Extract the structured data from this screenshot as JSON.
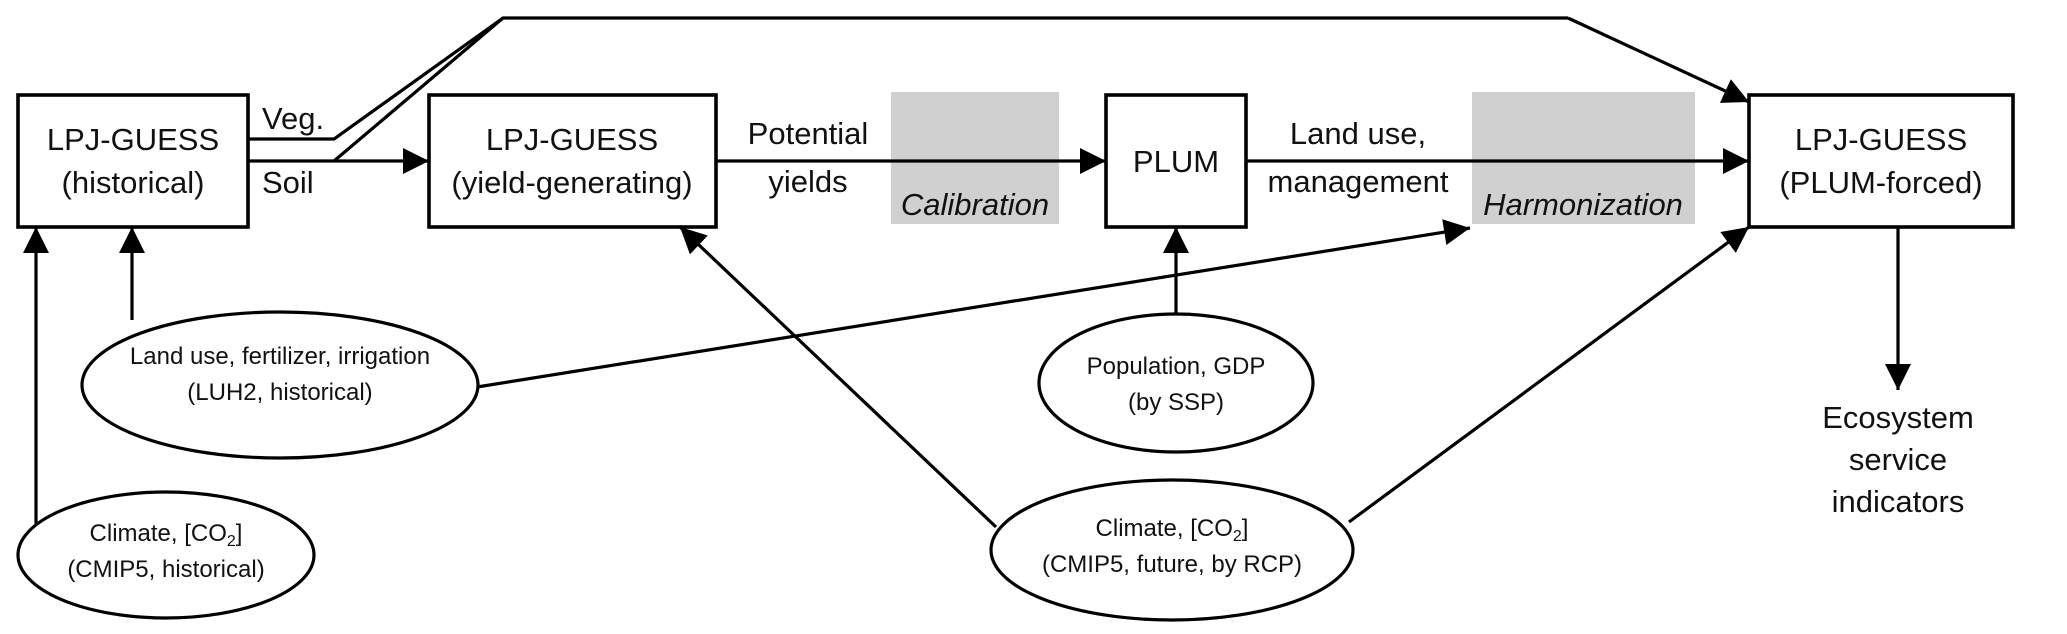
{
  "diagram": {
    "boxes": {
      "historical": {
        "line1": "LPJ-GUESS",
        "line2": "(historical)"
      },
      "yield": {
        "line1": "LPJ-GUESS",
        "line2": "(yield-generating)"
      },
      "plum": {
        "line1": "PLUM"
      },
      "forced": {
        "line1": "LPJ-GUESS",
        "line2": "(PLUM-forced)"
      }
    },
    "edge_labels": {
      "veg": "Veg.",
      "soil": "Soil",
      "potential": "Potential",
      "yields": "yields",
      "land_use": "Land use,",
      "management": "management"
    },
    "process_labels": {
      "calibration": "Calibration",
      "harmonization": "Harmonization"
    },
    "inputs": {
      "luh2": {
        "line1": "Land use, fertilizer, irrigation",
        "line2": "(LUH2, historical)"
      },
      "cmip5_hist": {
        "line1_pre": "Climate, [CO",
        "line1_sub": "2",
        "line1_post": "]",
        "line2": "(CMIP5, historical)"
      },
      "ssp": {
        "line1": "Population, GDP",
        "line2": "(by SSP)"
      },
      "cmip5_future": {
        "line1_pre": "Climate, [CO",
        "line1_sub": "2",
        "line1_post": "]",
        "line2": "(CMIP5, future, by RCP)"
      }
    },
    "output": {
      "line1": "Ecosystem",
      "line2": "service",
      "line3": "indicators"
    },
    "colors": {
      "shade": "#d0d0d0",
      "stroke": "#000000"
    }
  }
}
